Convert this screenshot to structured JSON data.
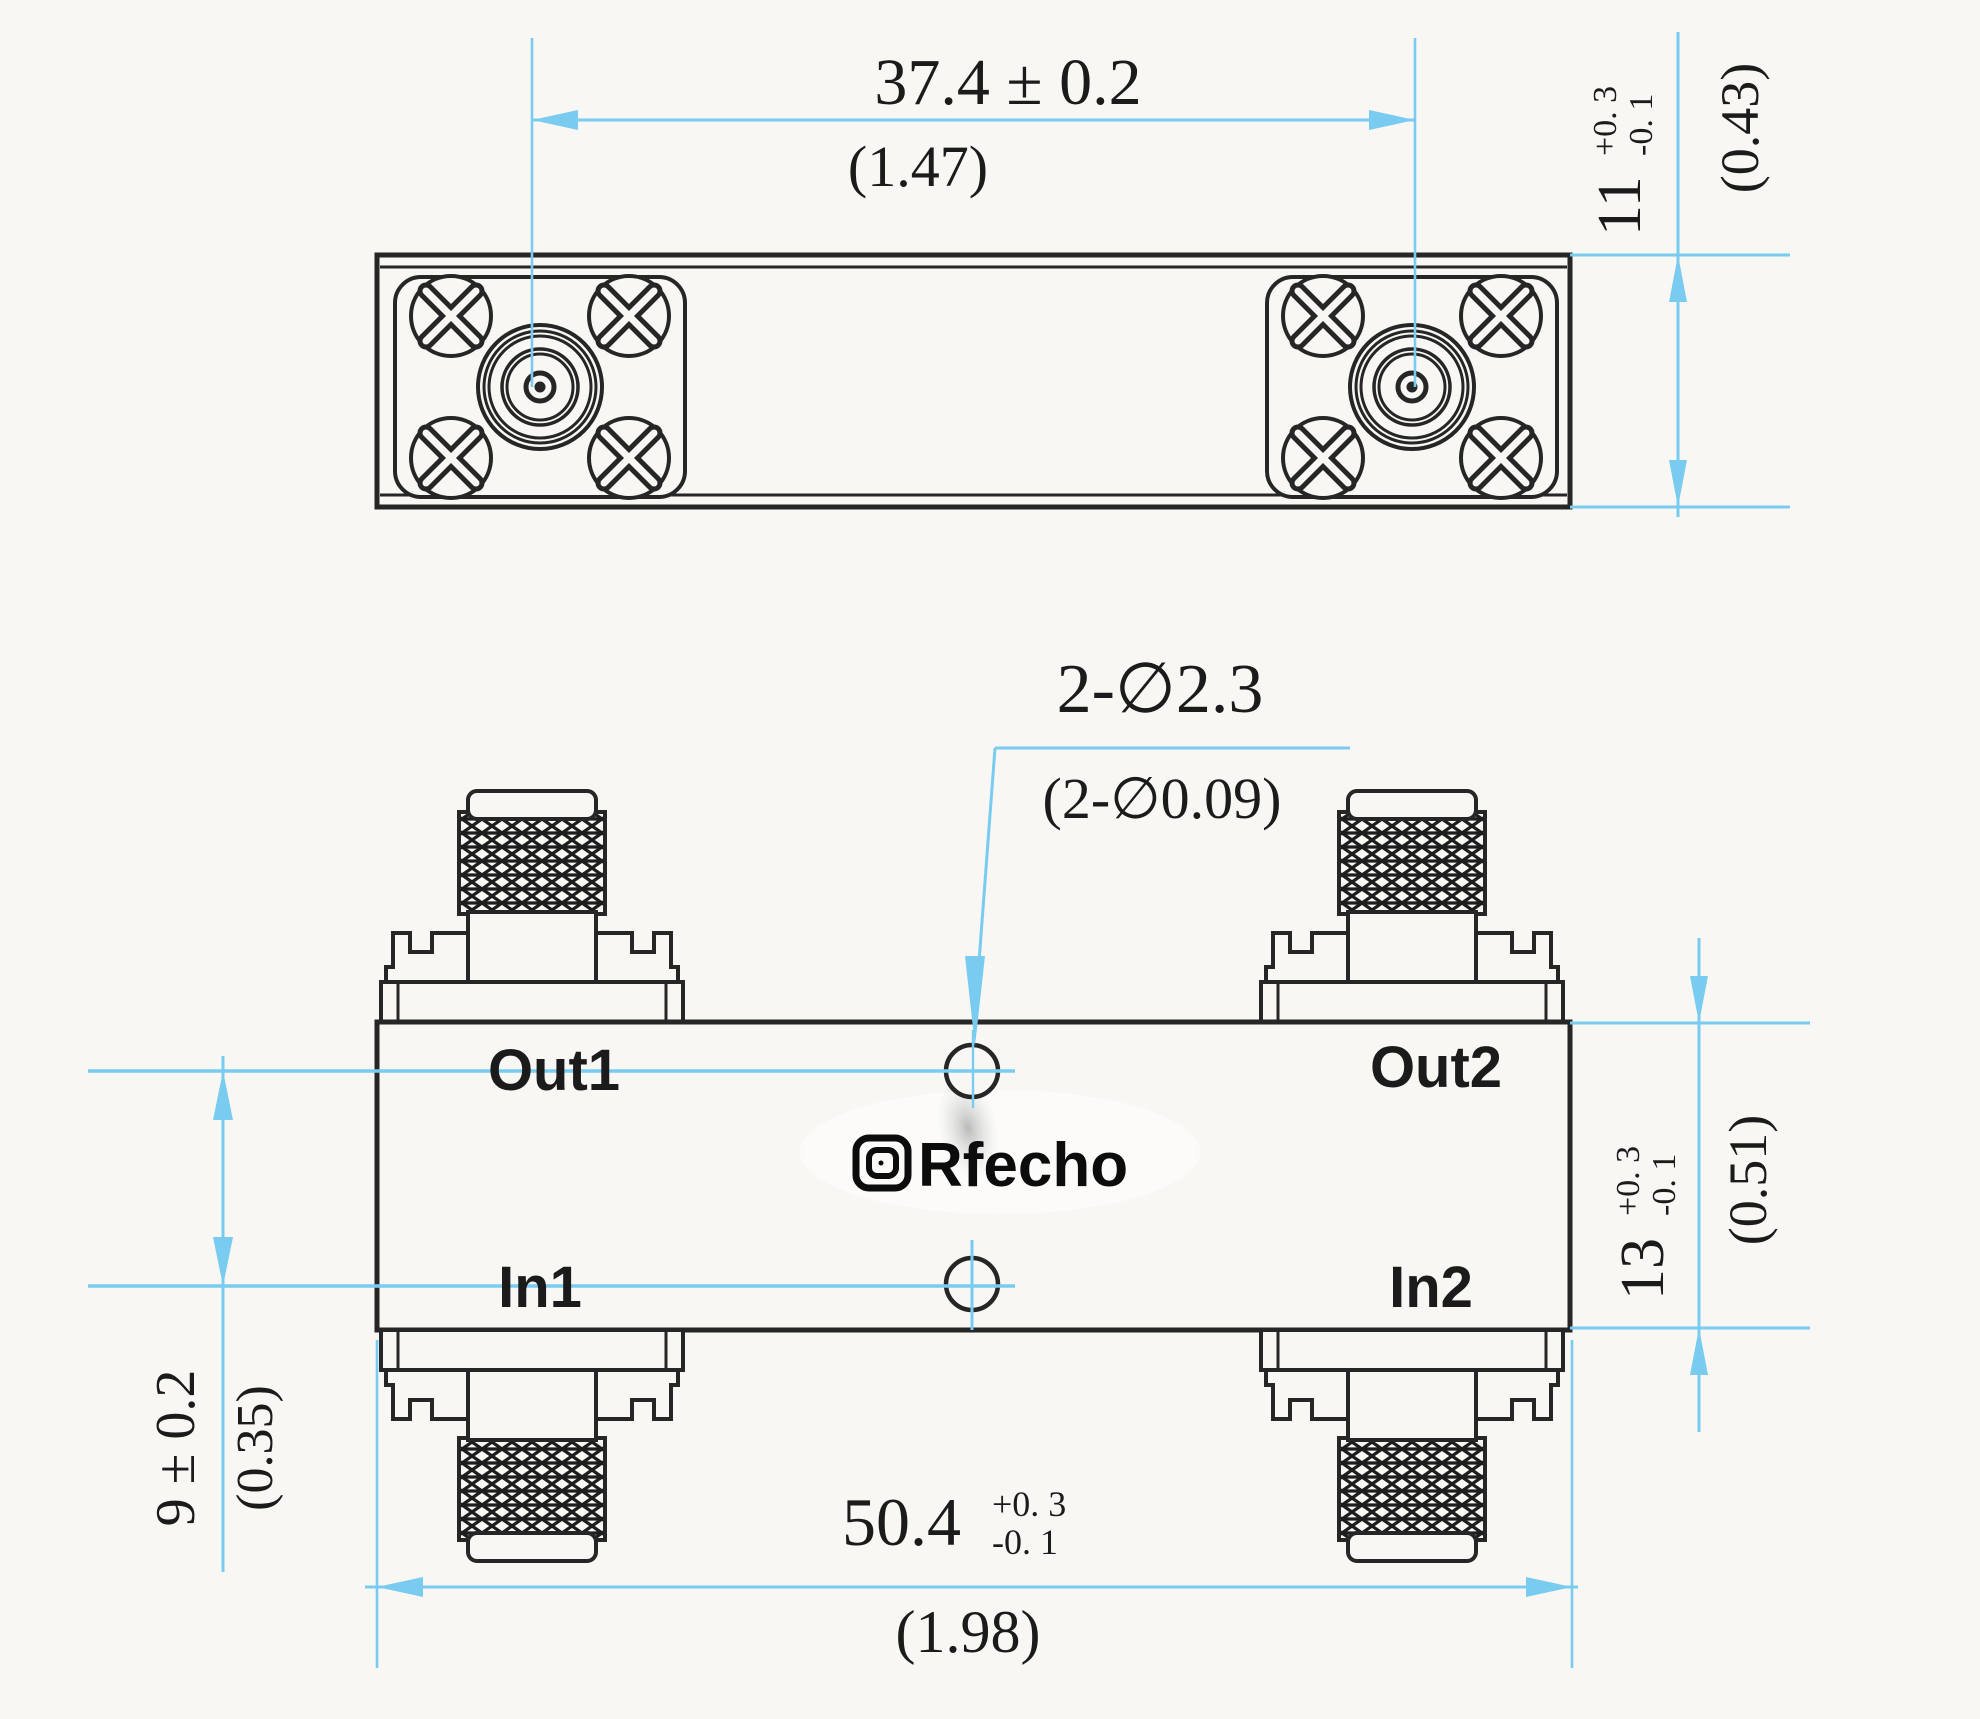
{
  "drawing": {
    "type": "mechanical-dimension-drawing",
    "component": "coupler body with 4 SMA connectors, two views"
  },
  "dims": {
    "spacing": {
      "text": "37.4 ± 0.2",
      "inch": "(1.47)"
    },
    "height_top": {
      "value": "11",
      "plus": "+0. 3",
      "minus": "-0. 1",
      "inch": "(0.43)"
    },
    "hole": {
      "callout": "2-∅2.3",
      "inch": "(2-∅0.09)"
    },
    "height_front": {
      "value": "13",
      "plus": "+0. 3",
      "minus": "-0. 1",
      "inch": "(0.51)"
    },
    "pitch": {
      "text": "9 ± 0.2",
      "inch": "(0.35)"
    },
    "length": {
      "value": "50.4",
      "plus": "+0. 3",
      "minus": "-0. 1",
      "inch": "(1.98)"
    }
  },
  "ports": {
    "out1": "Out1",
    "out2": "Out2",
    "in1": "In1",
    "in2": "In2"
  },
  "watermark": {
    "text": "Rfecho"
  },
  "colors": {
    "dimension": "#79cbf0",
    "port_label": "#2c3a96",
    "line": "#262626",
    "background": "#f8f7f4"
  }
}
